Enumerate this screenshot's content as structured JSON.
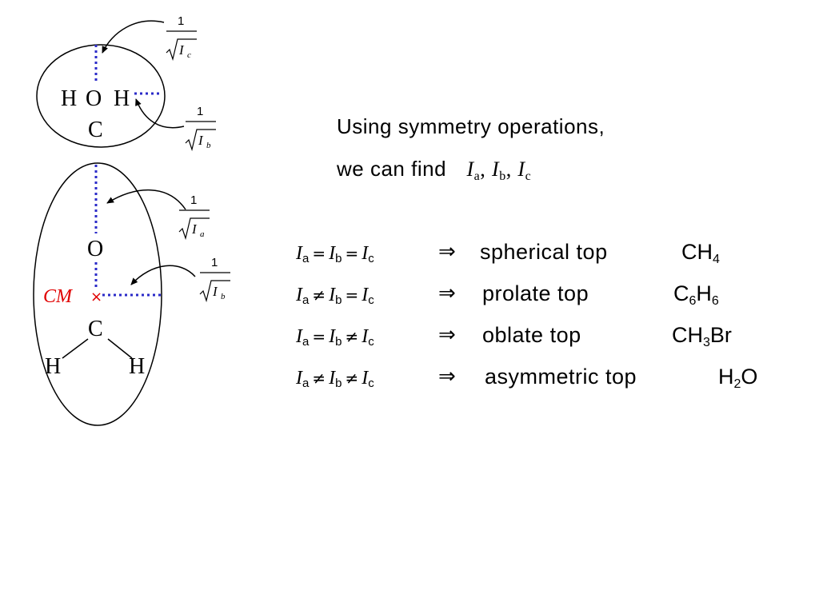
{
  "diagram": {
    "top_molecule": {
      "atoms": [
        "H",
        "O",
        "H",
        "C"
      ],
      "radical_c": {
        "num": "1",
        "var": "I",
        "sub": "c"
      },
      "radical_b": {
        "num": "1",
        "var": "I",
        "sub": "b"
      }
    },
    "bottom_molecule": {
      "atoms": [
        "O",
        "C",
        "H",
        "H"
      ],
      "cm_label": "CM",
      "cm_mark": "×",
      "radical_a": {
        "num": "1",
        "var": "I",
        "sub": "a"
      },
      "radical_b": {
        "num": "1",
        "var": "I",
        "sub": "b"
      }
    },
    "colors": {
      "axis": "#2b2bc8",
      "cm": "#e00000",
      "ink": "#000000"
    }
  },
  "intro": {
    "line1": "Using symmetry operations,",
    "line2": "we can find",
    "var": "I",
    "subs": [
      "a",
      "b",
      "c"
    ],
    "sep": ","
  },
  "rows": [
    {
      "sub1": "a",
      "op1": "=",
      "sub2": "b",
      "op2": "=",
      "sub3": "c",
      "arrow": "⇒",
      "type": "spherical top",
      "example": [
        {
          "t": "CH"
        },
        {
          "s": "4"
        }
      ]
    },
    {
      "sub1": "a",
      "op1": "≠",
      "sub2": "b",
      "op2": "=",
      "sub3": "c",
      "arrow": "⇒",
      "type": "prolate top",
      "example": [
        {
          "t": "C"
        },
        {
          "s": "6"
        },
        {
          "t": "H"
        },
        {
          "s": "6"
        }
      ]
    },
    {
      "sub1": "a",
      "op1": "=",
      "sub2": "b",
      "op2": "≠",
      "sub3": "c",
      "arrow": "⇒",
      "type": "oblate top",
      "example": [
        {
          "t": "CH"
        },
        {
          "s": "3"
        },
        {
          "t": "Br"
        }
      ]
    },
    {
      "sub1": "a",
      "op1": "≠",
      "sub2": "b",
      "op2": "≠",
      "sub3": "c",
      "arrow": "⇒",
      "type": "asymmetric top",
      "example": [
        {
          "t": "H"
        },
        {
          "s": "2"
        },
        {
          "t": "O"
        }
      ]
    }
  ]
}
